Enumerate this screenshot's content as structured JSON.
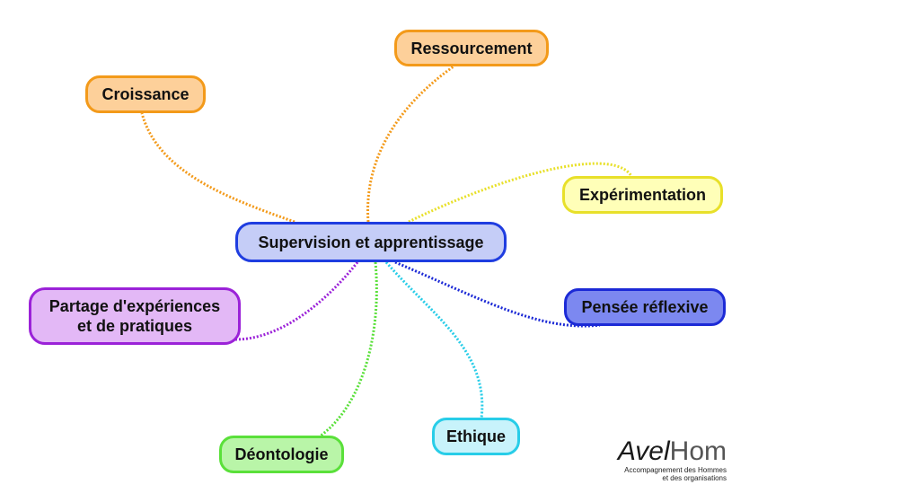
{
  "center": {
    "label": "Supervision et apprentissage",
    "color": "#c5cdf7",
    "border": "#1f3de0"
  },
  "branches": [
    {
      "id": "ressourcement",
      "label": "Ressourcement",
      "fill": "#fdd09a",
      "border": "#f39a1a",
      "link": "#f39a1a"
    },
    {
      "id": "croissance",
      "label": "Croissance",
      "fill": "#fdd09a",
      "border": "#f39a1a",
      "link": "#f39a1a"
    },
    {
      "id": "experimentation",
      "label": "Expérimentation",
      "fill": "#ffffb8",
      "border": "#e8e02a",
      "link": "#e8e02a"
    },
    {
      "id": "pensee-reflexive",
      "label": "Pensée réflexive",
      "fill": "#7c88f0",
      "border": "#1c2ad6",
      "link": "#1c2ad6"
    },
    {
      "id": "partage",
      "label": "Partage d'expériences\net de pratiques",
      "fill": "#e3b8f6",
      "border": "#9b22d8",
      "link": "#9b22d8"
    },
    {
      "id": "ethique",
      "label": "Ethique",
      "fill": "#c8f3fb",
      "border": "#28cde8",
      "link": "#28cde8"
    },
    {
      "id": "deontologie",
      "label": "Déontologie",
      "fill": "#b9f5a8",
      "border": "#5ae03a",
      "link": "#5ae03a"
    }
  ],
  "logo": {
    "name_part1": "Avel",
    "name_part2": "Hom",
    "tagline_line1": "Accompagnement des Hommes",
    "tagline_line2": "et des organisations"
  }
}
